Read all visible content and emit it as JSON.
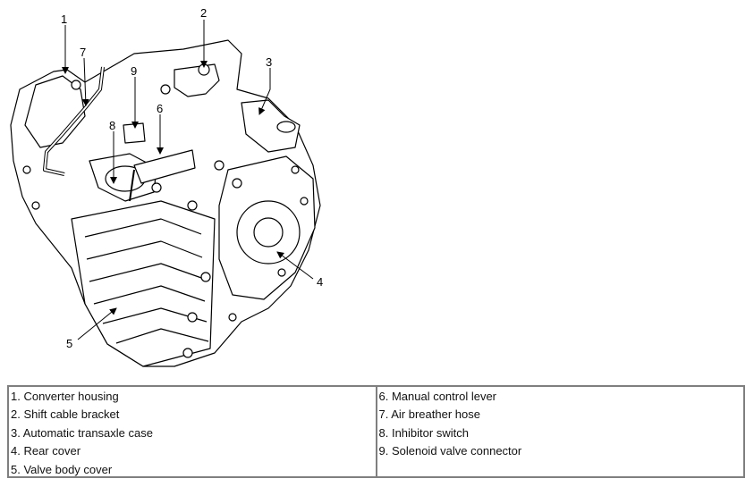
{
  "callouts": [
    "1",
    "2",
    "3",
    "4",
    "5",
    "6",
    "7",
    "8",
    "9"
  ],
  "legend": {
    "left": [
      "1. Converter housing",
      "2. Shift cable bracket",
      "3. Automatic transaxle case",
      "4. Rear cover",
      "5. Valve body cover"
    ],
    "right": [
      "6. Manual control lever",
      "7. Air breather hose",
      "8. Inhibitor switch",
      "9. Solenoid valve connector"
    ]
  }
}
